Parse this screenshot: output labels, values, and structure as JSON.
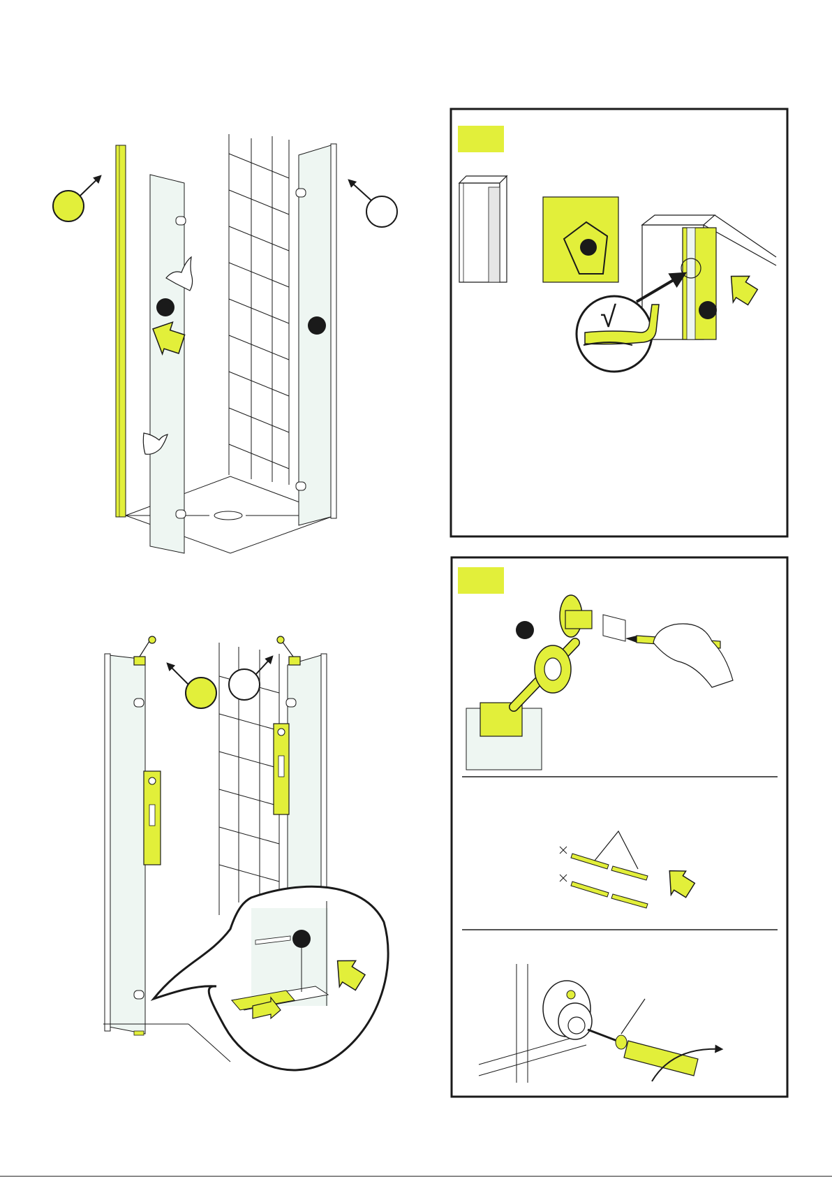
{
  "page": {
    "title": "",
    "accent_color": "#e2ef3a",
    "ink_color": "#1a1a1a",
    "glass_tint": "#eef6f2"
  },
  "steps": [
    {
      "id": "install-left-profile",
      "callouts": [
        {
          "role": "profile-tag",
          "style": "accent-filled",
          "label": ""
        },
        {
          "role": "wall-profile-tag",
          "style": "outline",
          "label": ""
        }
      ]
    },
    {
      "id": "profile-detail",
      "step_badge": "",
      "check_mark": "√",
      "icons": [
        "wall-profile-icon",
        "direction-arrow-icon",
        "check-detail-icon"
      ]
    },
    {
      "id": "mount-brackets-and-level",
      "callouts": [
        {
          "role": "bracket-tag",
          "style": "accent-filled",
          "label": ""
        },
        {
          "role": "bracket-tag",
          "style": "outline",
          "label": ""
        }
      ]
    },
    {
      "id": "mark-drill-fix",
      "step_badge": "",
      "sub_panels": [
        "mark-hole",
        "insert-plugs",
        "screw-bracket"
      ],
      "icons": [
        "pencil-icon",
        "wall-plug-icon",
        "screwdriver-icon",
        "rotation-arrow-icon"
      ]
    }
  ]
}
